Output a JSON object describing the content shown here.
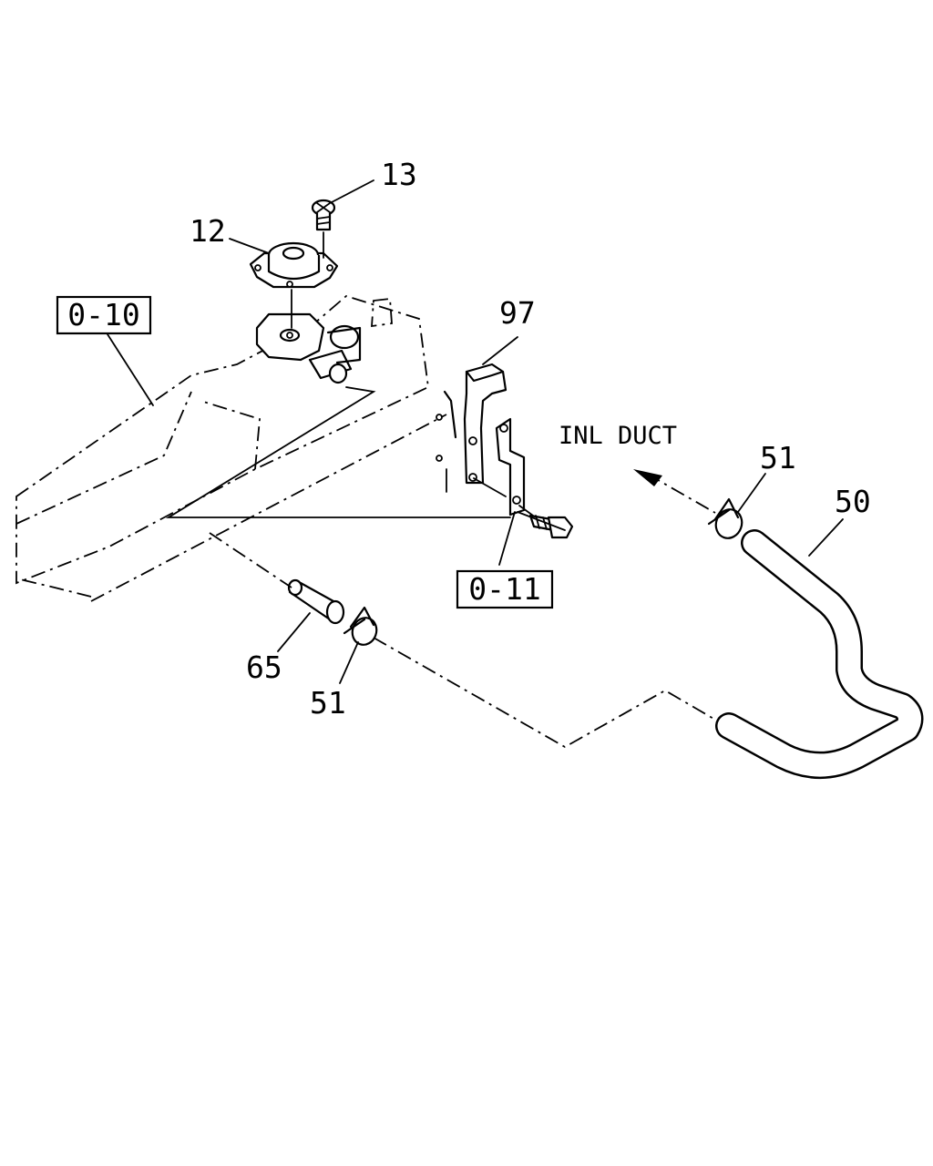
{
  "callouts": {
    "c13": "13",
    "c12": "12",
    "c97": "97",
    "c51_right": "51",
    "c50": "50",
    "c65": "65",
    "c51_left": "51"
  },
  "references": {
    "r010": "0-10",
    "r011": "0-11"
  },
  "annotations": {
    "inl_duct": "INL DUCT"
  }
}
